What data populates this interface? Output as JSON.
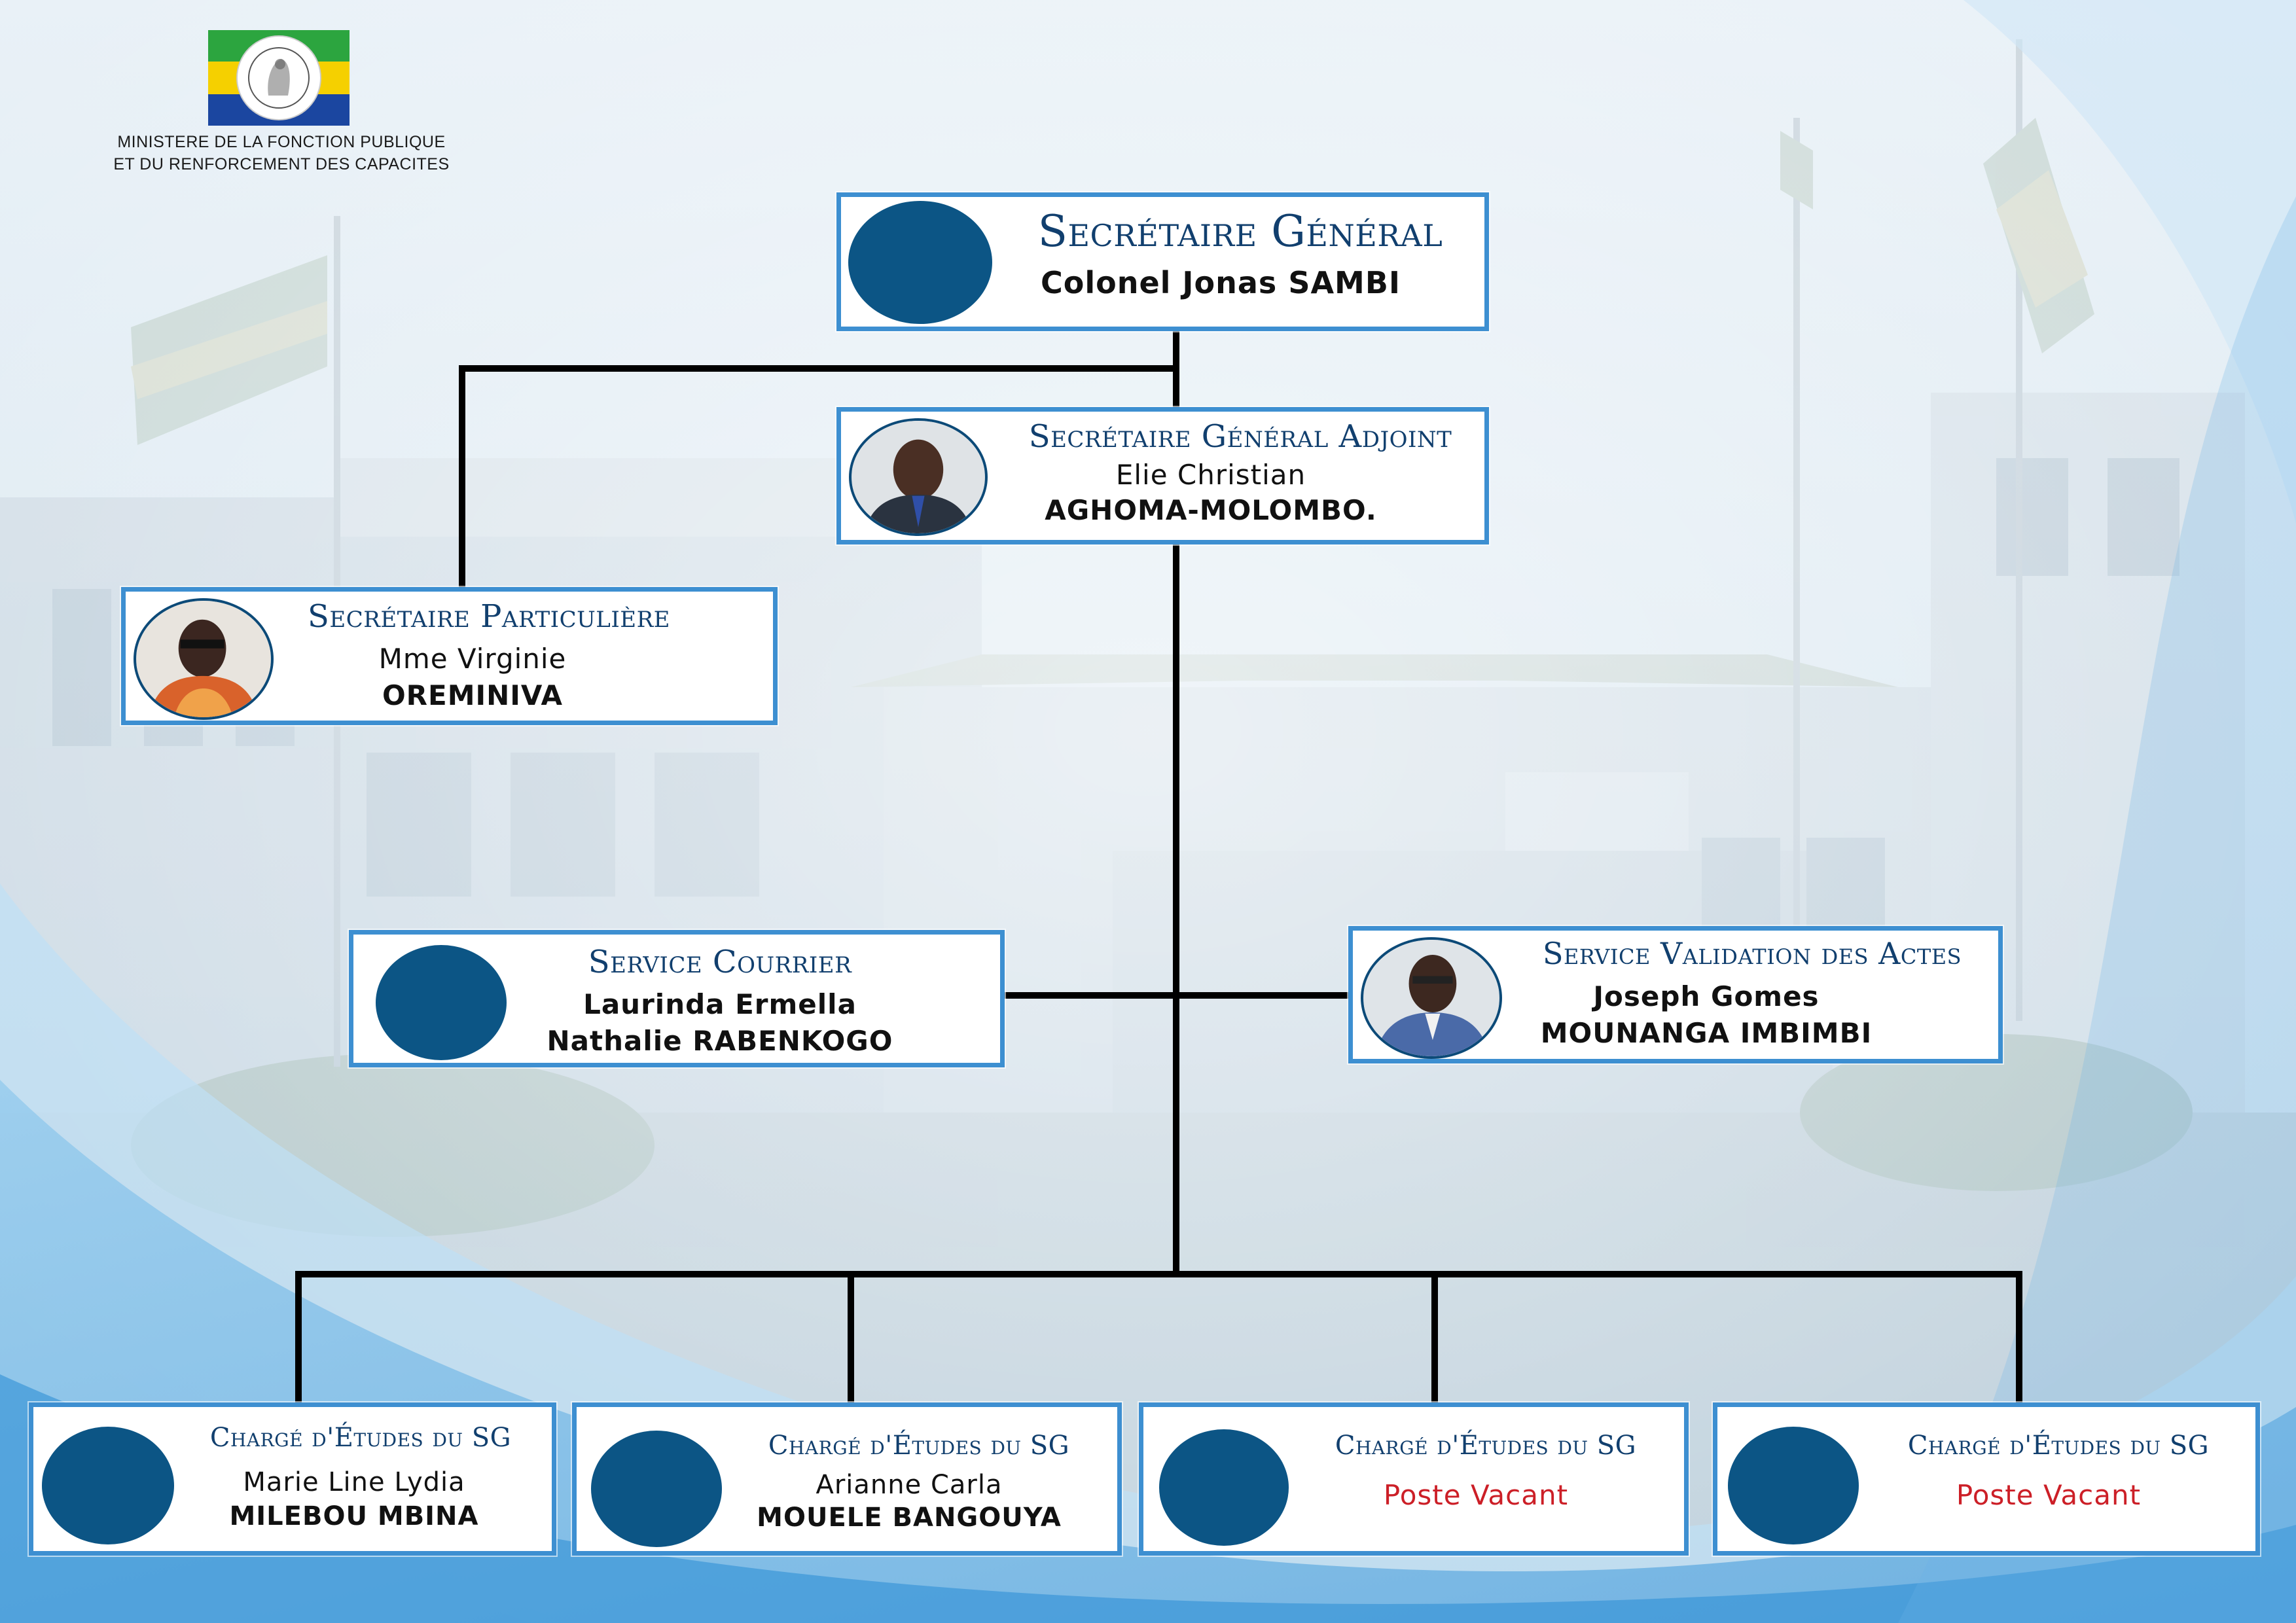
{
  "header": {
    "ministry_line1": "MINISTERE DE LA FONCTION PUBLIQUE",
    "ministry_line2": "ET DU RENFORCEMENT DES CAPACITES",
    "flag_colors": [
      "#2ca53f",
      "#f5d000",
      "#1b46a0"
    ]
  },
  "org": {
    "sg": {
      "title": "Secrétaire Général",
      "name": "Colonel Jonas SAMBI"
    },
    "sga": {
      "title": "Secrétaire Général Adjoint",
      "name_line1": "Elie Christian",
      "name_line2": "AGHOMA-MOLOMBO."
    },
    "sp": {
      "title": "Secrétaire Particulière",
      "name_line1": "Mme Virginie",
      "name_line2": "OREMINIVA"
    },
    "courrier": {
      "title": "Service Courrier",
      "name_line1": "Laurinda Ermella",
      "name_line2": "Nathalie RABENKOGO"
    },
    "validation": {
      "title": "Service Validation des Actes",
      "name_line1": "Joseph Gomes",
      "name_line2": "MOUNANGA IMBIMBI"
    },
    "charges": [
      {
        "title": "Chargé d'Études du SG",
        "name_line1": "Marie Line Lydia",
        "name_line2": "MILEBOU MBINA"
      },
      {
        "title": "Chargé d'Études du SG",
        "name_line1": "Arianne Carla",
        "name_line2": "MOUELE BANGOUYA"
      },
      {
        "title": "Chargé d'Études du SG",
        "vacant": "Poste Vacant"
      },
      {
        "title": "Chargé d'Études du SG",
        "vacant": "Poste Vacant"
      }
    ]
  },
  "colors": {
    "box_border": "#3d8fd1",
    "photo_placeholder": "#0c5585",
    "title_text": "#113f6e",
    "vacant_text": "#cc1f27",
    "connector": "#000000"
  }
}
